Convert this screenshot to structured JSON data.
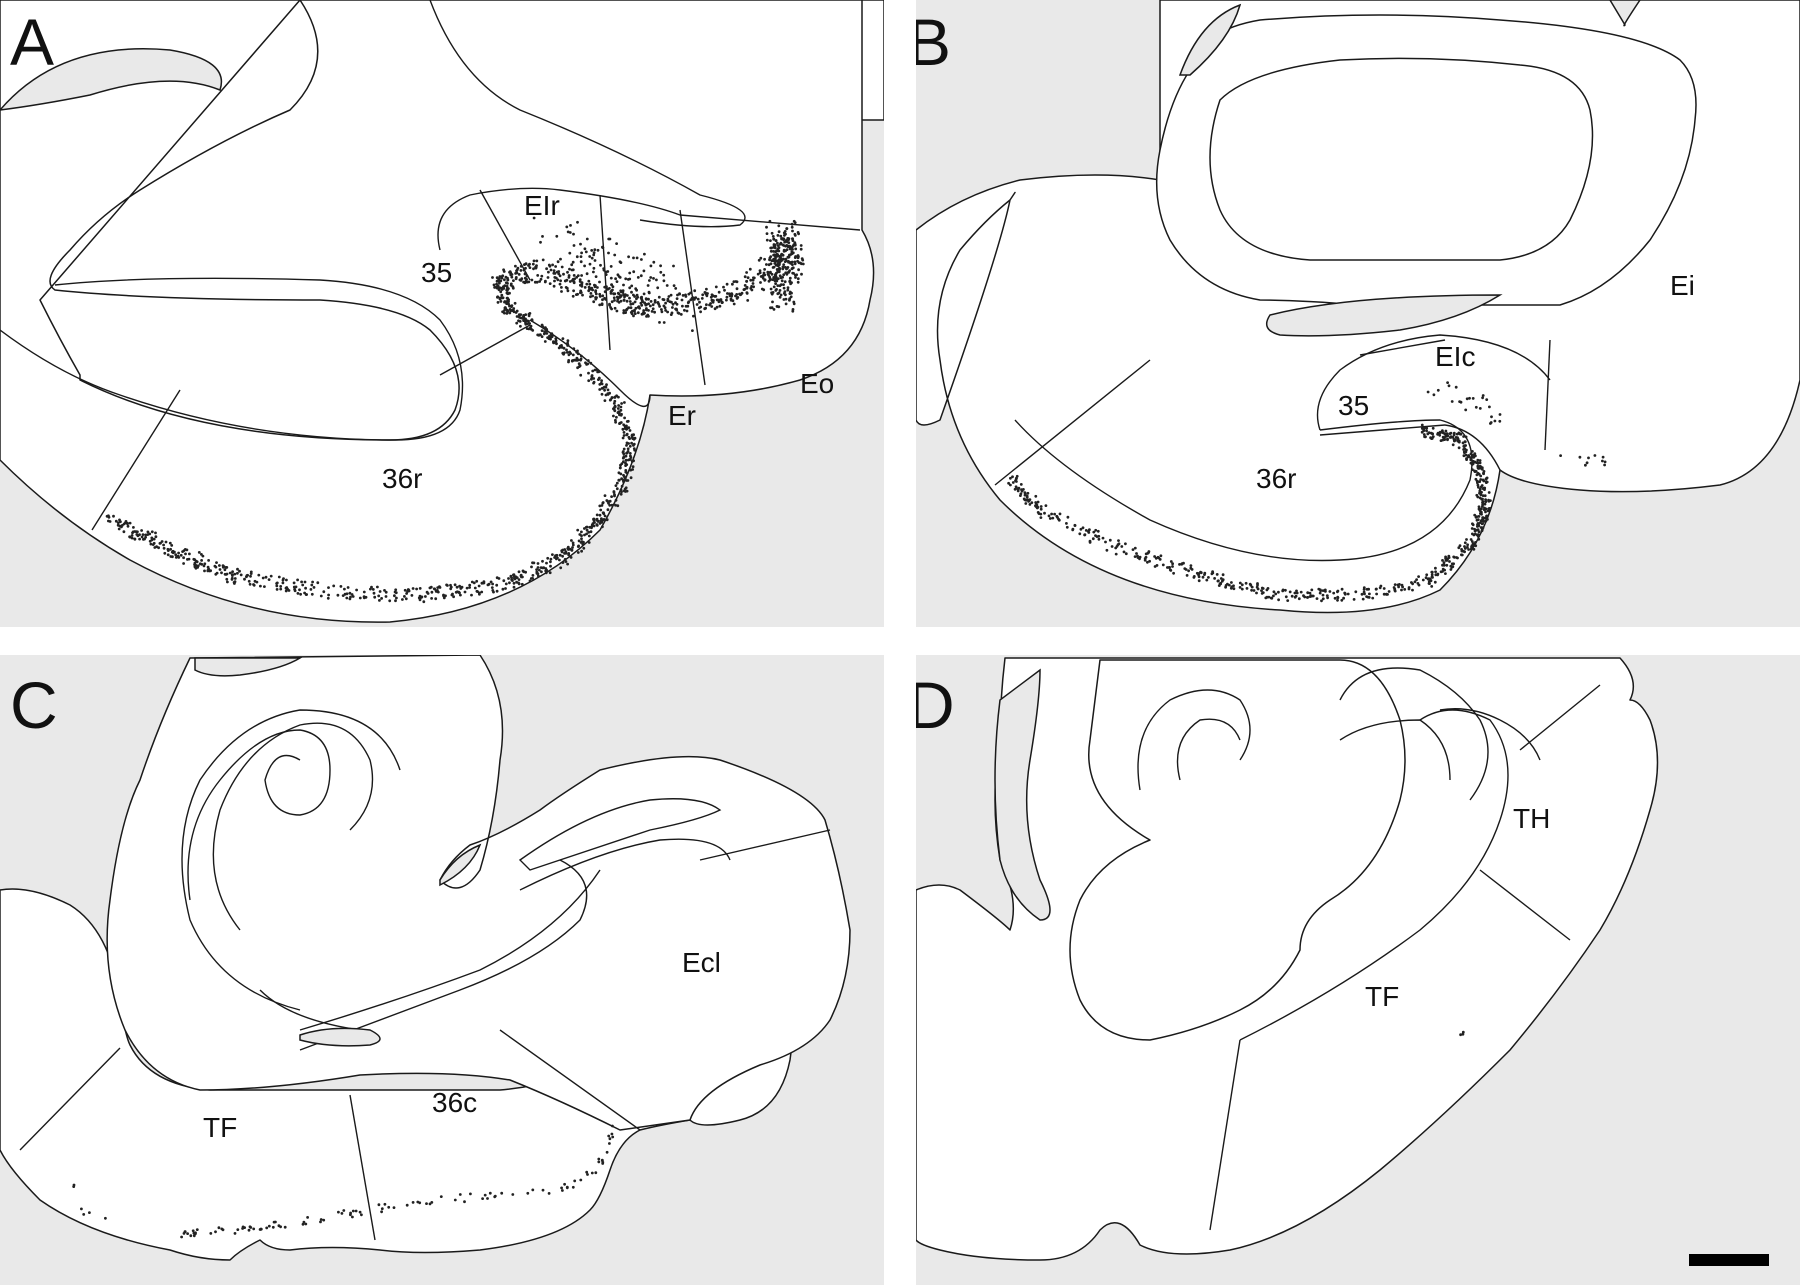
{
  "panels": [
    {
      "letter": "A",
      "regions": [
        "EIr",
        "35",
        "Eo",
        "Er",
        "36r"
      ]
    },
    {
      "letter": "B",
      "regions": [
        "Ei",
        "EIc",
        "35",
        "36r"
      ]
    },
    {
      "letter": "C",
      "regions": [
        "Ecl",
        "TF",
        "36c"
      ]
    },
    {
      "letter": "D",
      "regions": [
        "TH",
        "TF"
      ]
    }
  ],
  "colors": {
    "background": "#e9e9e9",
    "tissue": "#ffffff",
    "outline": "#1a1a1a",
    "labeled_cells": "#222222"
  },
  "scale_bar": {
    "present": true
  }
}
